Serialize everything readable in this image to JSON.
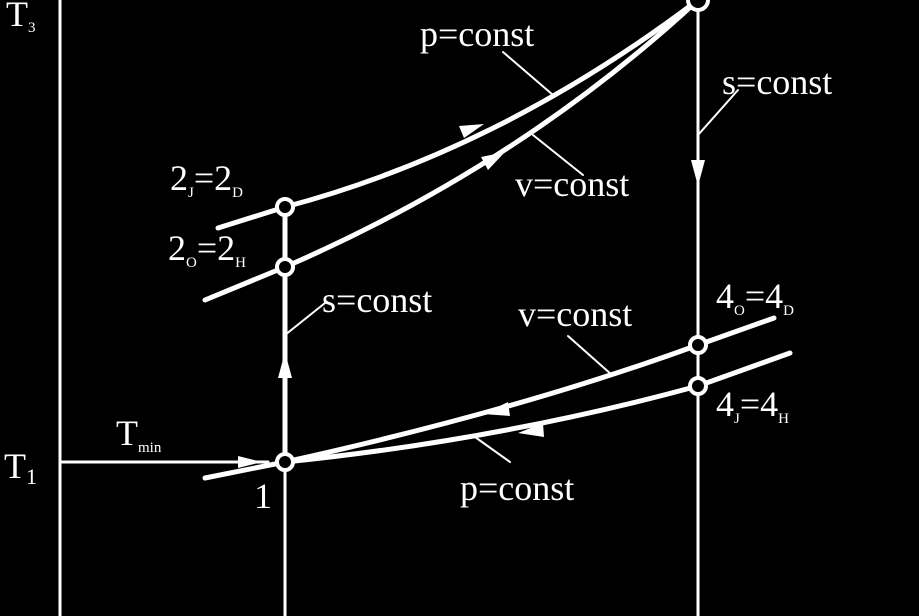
{
  "axis": {
    "t3_label": "T",
    "t3_sub": "3",
    "t1_label": "T",
    "t1_sub": "1",
    "tmin_label": "T",
    "tmin_sub": "min"
  },
  "points": {
    "p1": "1",
    "p2jd": {
      "a": "2",
      "a_sub": "J",
      "eq": "=2",
      "b_sub": "D"
    },
    "p2oh": {
      "a": "2",
      "a_sub": "O",
      "eq": "=2",
      "b_sub": "H"
    },
    "p4od": {
      "a": "4",
      "a_sub": "O",
      "eq": "=4",
      "b_sub": "D"
    },
    "p4jh": {
      "a": "4",
      "a_sub": "J",
      "eq": "=4",
      "b_sub": "H"
    }
  },
  "curves": {
    "p_const_top": "p=const",
    "v_const_top": "v=const",
    "s_const_right": "s=const",
    "s_const_left": "s=const",
    "v_const_bottom": "v=const",
    "p_const_bottom": "p=const"
  },
  "colors": {
    "background": "#000000",
    "foreground": "#ffffff"
  }
}
